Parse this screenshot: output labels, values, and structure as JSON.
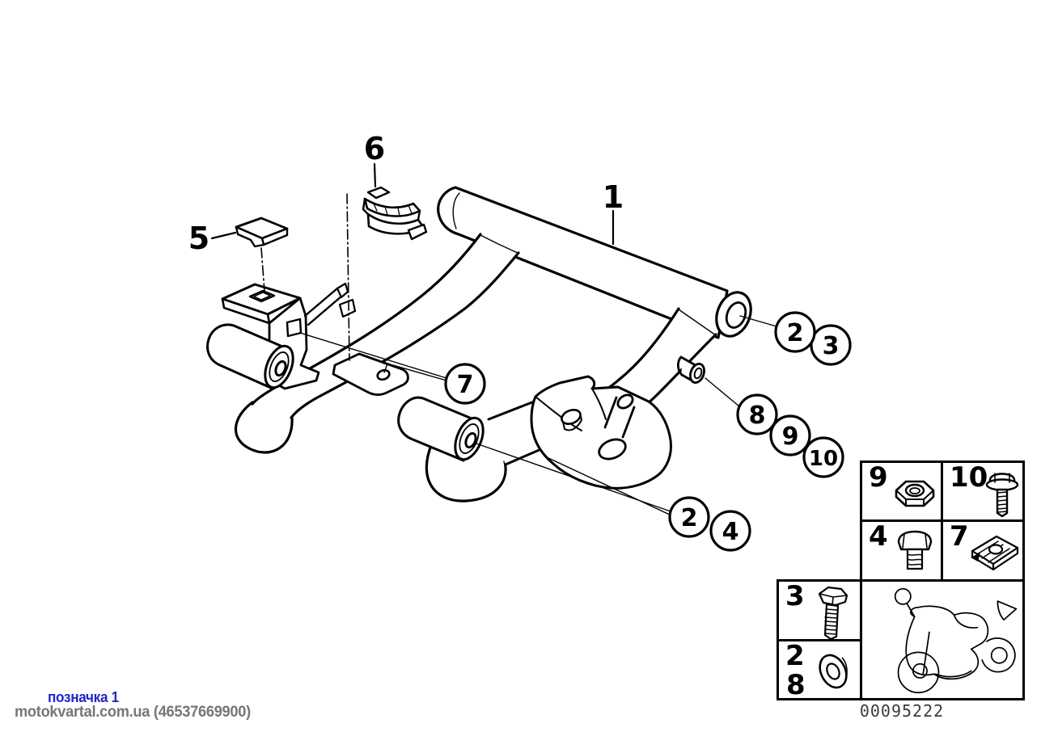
{
  "diagram": {
    "labels": {
      "one": "1",
      "five": "5",
      "six": "6"
    },
    "callouts": {
      "seven": "7",
      "two_a": "2",
      "three": "3",
      "eight": "8",
      "nine": "9",
      "ten": "10",
      "two_b": "2",
      "four": "4"
    }
  },
  "legend": {
    "cells": {
      "nut": {
        "label": "9",
        "icon": "hex-nut-icon"
      },
      "bolt10": {
        "label": "10",
        "icon": "flange-bolt-icon"
      },
      "screw4": {
        "label": "4",
        "icon": "hex-screw-icon"
      },
      "clip7": {
        "label": "7",
        "icon": "clip-nut-icon"
      },
      "bolt3": {
        "label": "3",
        "icon": "hex-bolt-icon"
      },
      "washer": {
        "label": "2",
        "label2": "8",
        "icon": "washer-icon"
      }
    },
    "motorcycle_icon": "motorcycle-icon",
    "drawing_number": "00095222"
  },
  "footer": {
    "marker_label": "позначка 1",
    "watermark": "motokvartal.com.ua (46537669900)"
  },
  "colors": {
    "line": "#000000",
    "marker_link": "#2323cc",
    "watermark": "#767676",
    "drawing_number": "#3a3a3a",
    "background": "#ffffff"
  }
}
